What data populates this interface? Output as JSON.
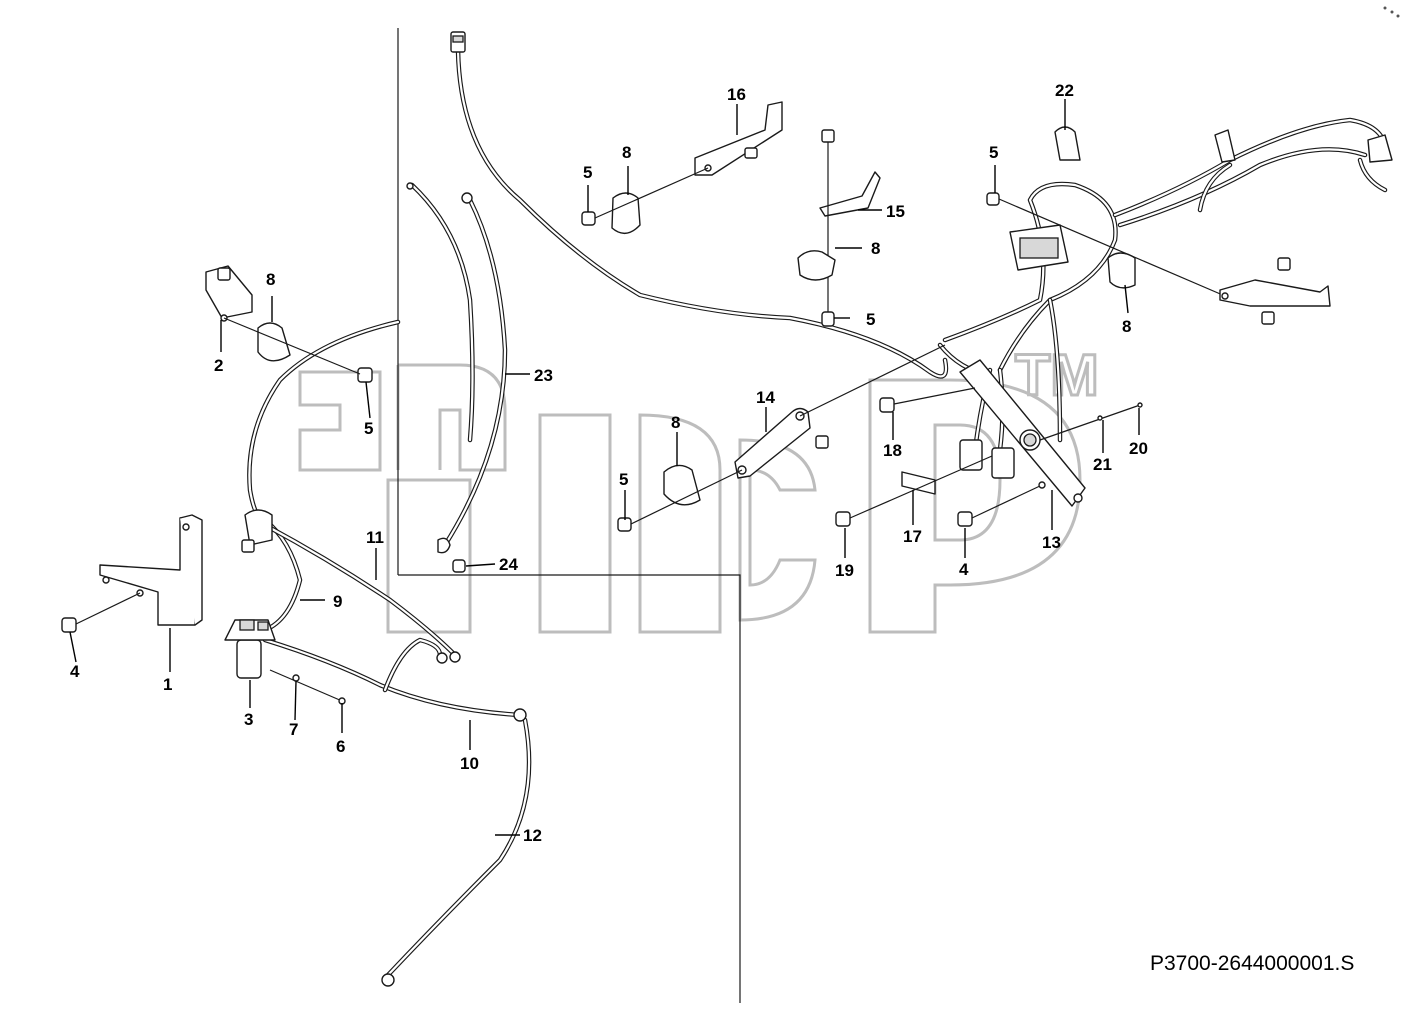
{
  "document_code": "P3700-2644000001.S",
  "watermark": {
    "trademark": "TM"
  },
  "corner_mark": "&#x2022;&#x2022;",
  "callouts": [
    {
      "id": "c1",
      "text": "1"
    },
    {
      "id": "c2",
      "text": "2"
    },
    {
      "id": "c3",
      "text": "3"
    },
    {
      "id": "c4a",
      "text": "4"
    },
    {
      "id": "c4b",
      "text": "4"
    },
    {
      "id": "c5a",
      "text": "5"
    },
    {
      "id": "c5b",
      "text": "5"
    },
    {
      "id": "c5c",
      "text": "5"
    },
    {
      "id": "c5d",
      "text": "5"
    },
    {
      "id": "c5e",
      "text": "5"
    },
    {
      "id": "c6",
      "text": "6"
    },
    {
      "id": "c7",
      "text": "7"
    },
    {
      "id": "c8a",
      "text": "8"
    },
    {
      "id": "c8b",
      "text": "8"
    },
    {
      "id": "c8c",
      "text": "8"
    },
    {
      "id": "c8d",
      "text": "8"
    },
    {
      "id": "c8e",
      "text": "8"
    },
    {
      "id": "c9",
      "text": "9"
    },
    {
      "id": "c10",
      "text": "10"
    },
    {
      "id": "c11",
      "text": "11"
    },
    {
      "id": "c12",
      "text": "12"
    },
    {
      "id": "c13",
      "text": "13"
    },
    {
      "id": "c14",
      "text": "14"
    },
    {
      "id": "c15",
      "text": "15"
    },
    {
      "id": "c16",
      "text": "16"
    },
    {
      "id": "c17",
      "text": "17"
    },
    {
      "id": "c18",
      "text": "18"
    },
    {
      "id": "c19",
      "text": "19"
    },
    {
      "id": "c20",
      "text": "20"
    },
    {
      "id": "c21",
      "text": "21"
    },
    {
      "id": "c22",
      "text": "22"
    },
    {
      "id": "c23",
      "text": "23"
    },
    {
      "id": "c24",
      "text": "24"
    }
  ]
}
